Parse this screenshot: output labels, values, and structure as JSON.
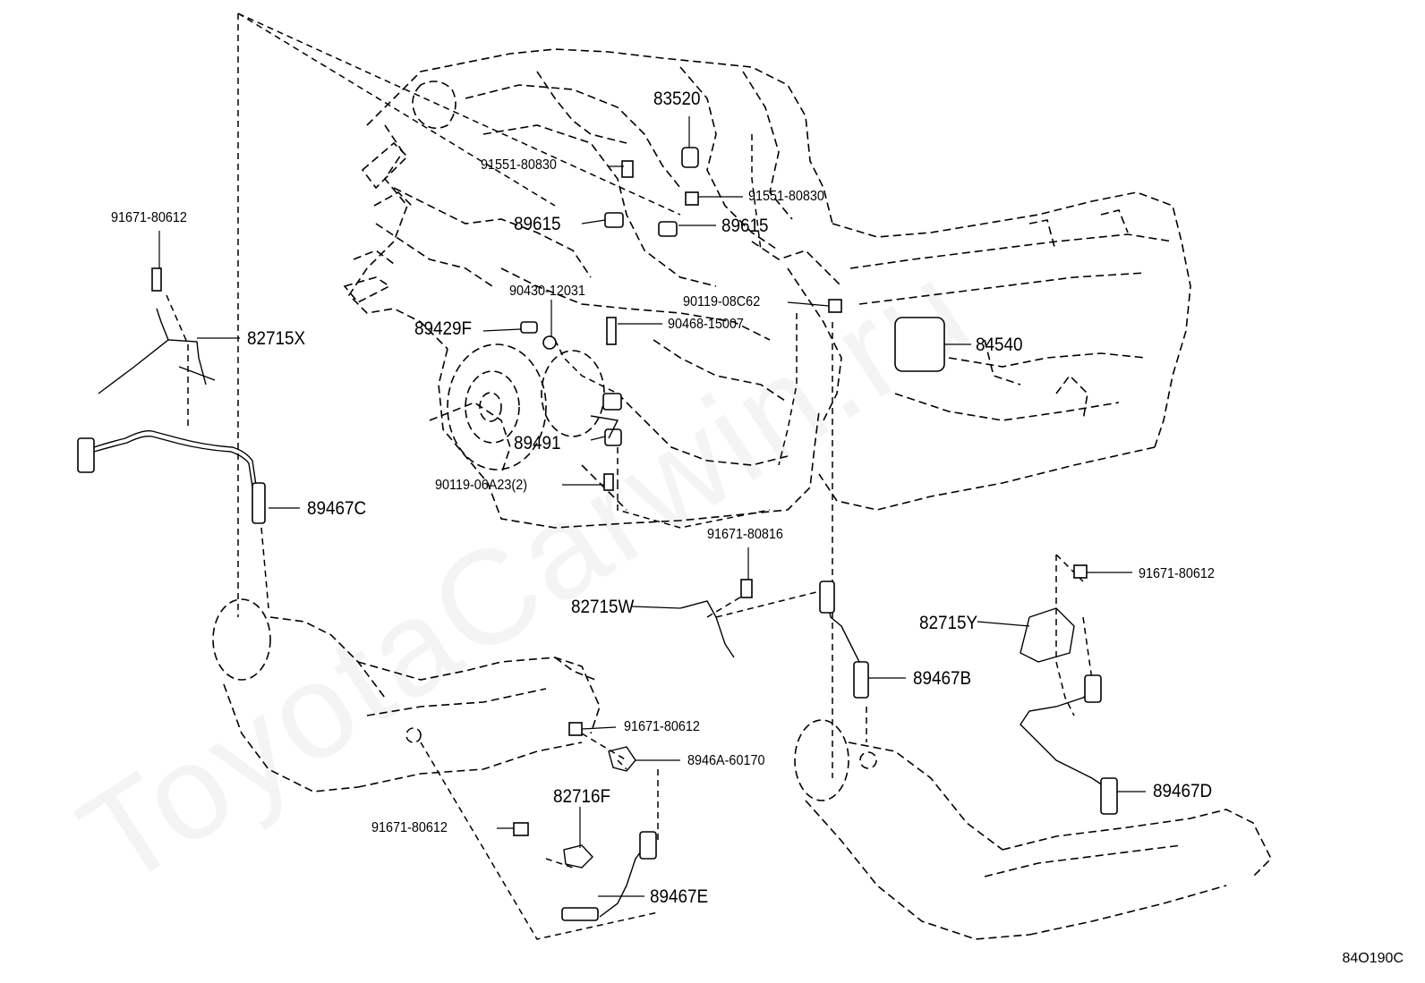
{
  "watermark": "ToyotaCarwin.ru",
  "diagram_code": "84O190C",
  "labels": {
    "p83520": "83520",
    "p91551_a": "91551-80830",
    "p91551_b": "91551-80830",
    "p89615_a": "89615",
    "p89615_b": "89615",
    "p91671_tl": "91671-80612",
    "p82715x": "82715X",
    "p90430": "90430-12031",
    "p90119_c62": "90119-08C62",
    "p89429f": "89429F",
    "p90468": "90468-15007",
    "p84540": "84540",
    "p89491": "89491",
    "p90119_a23": "90119-06A23(2)",
    "p89467c": "89467C",
    "p91671_816": "91671-80816",
    "p82715w": "82715W",
    "p91671_r": "91671-80612",
    "p82715y": "82715Y",
    "p89467b": "89467B",
    "p91671_m": "91671-80612",
    "p8946a": "8946A-60170",
    "p82716f": "82716F",
    "p91671_bl": "91671-80612",
    "p89467e": "89467E",
    "p89467d": "89467D"
  }
}
